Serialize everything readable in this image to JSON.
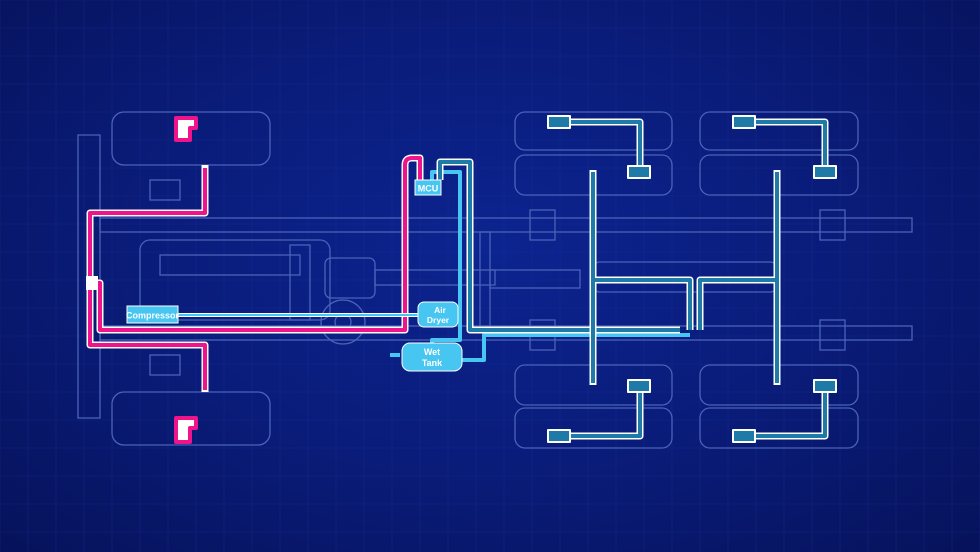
{
  "diagram": {
    "title": "Truck air brake system",
    "components": {
      "compressor": "Compressor",
      "air_dryer_line1": "Air",
      "air_dryer_line2": "Dryer",
      "wet_tank_line1": "Wet",
      "wet_tank_line2": "Tank",
      "mcu": "MCU"
    },
    "colors": {
      "front_circuit": "#f0148c",
      "supply_line": "#46c6f0",
      "rear_circuit": "#1e7aa6",
      "outline": "#4a63b8",
      "background": "#0a1c7a"
    }
  }
}
